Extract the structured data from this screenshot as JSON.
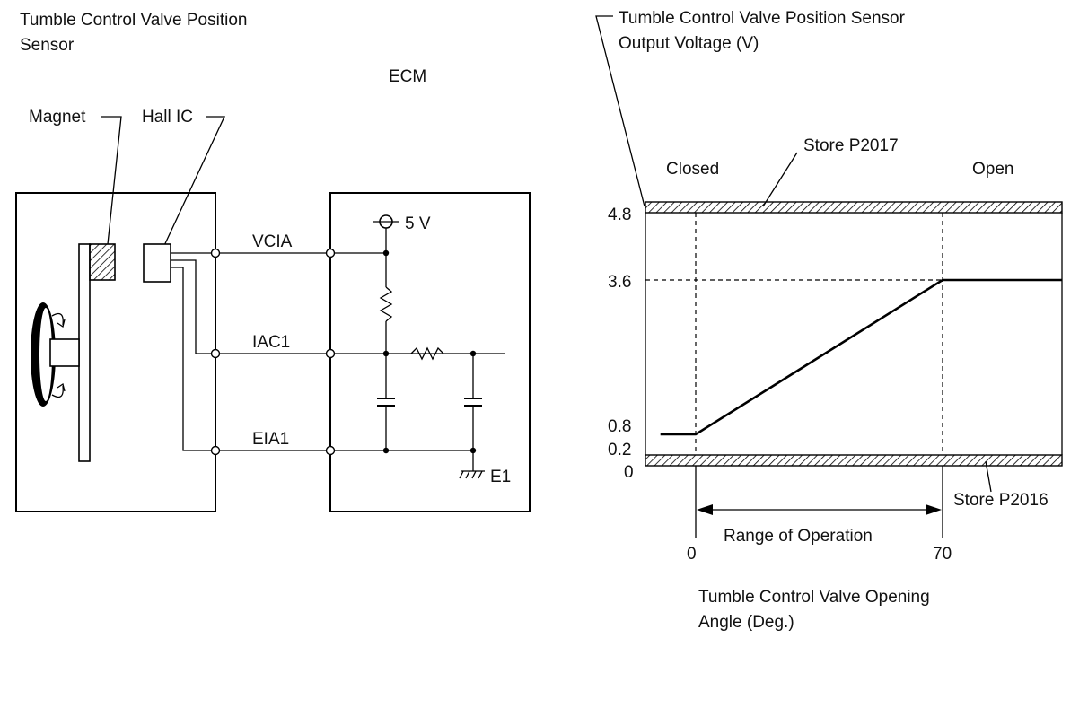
{
  "circuit": {
    "sensor_title_line1": "Tumble Control Valve Position",
    "sensor_title_line2": "Sensor",
    "ecm_label": "ECM",
    "magnet_label": "Magnet",
    "hall_ic_label": "Hall IC",
    "supply_label": "5 V",
    "signal_lines": [
      "VCIA",
      "IAC1",
      "EIA1"
    ],
    "ground_label": "E1"
  },
  "graph": {
    "y_title_line1": "Tumble Control Valve Position Sensor",
    "y_title_line2": "Output Voltage (V)",
    "x_title_line1": "Tumble Control Valve Opening",
    "x_title_line2": "Angle (Deg.)",
    "closed_label": "Closed",
    "open_label": "Open",
    "upper_fault_label": "Store P2017",
    "lower_fault_label": "Store P2016",
    "range_label": "Range of Operation",
    "y_ticks": [
      "4.8",
      "3.6",
      "0.8",
      "0.2",
      "0"
    ],
    "x_ticks": [
      "0",
      "70"
    ]
  },
  "chart_data": {
    "type": "line",
    "x": [
      -10,
      0,
      70,
      105
    ],
    "y": [
      0.8,
      0.8,
      3.6,
      3.6
    ],
    "xlabel": "Tumble Control Valve Opening Angle (Deg.)",
    "ylabel": "Tumble Control Valve Position Sensor Output Voltage (V)",
    "ylim": [
      0,
      4.8
    ],
    "x_ticks": [
      0,
      70
    ],
    "y_ticks": [
      0,
      0.2,
      0.8,
      3.6,
      4.8
    ]
  }
}
